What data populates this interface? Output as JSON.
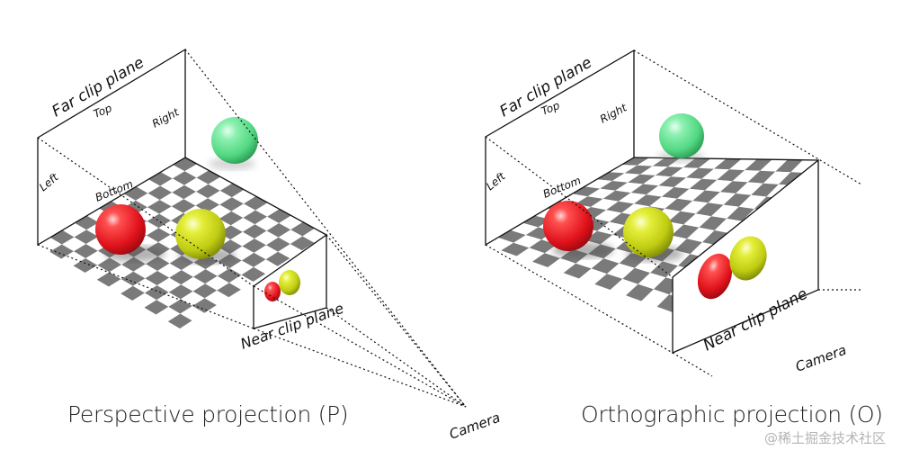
{
  "perspective": {
    "caption": "Perspective projection (P)",
    "far_plane_label": "Far clip plane",
    "near_plane_label": "Near clip plane",
    "top_label": "Top",
    "right_label": "Right",
    "left_label": "Left",
    "bottom_label": "Bottom",
    "camera_label": "Camera"
  },
  "orthographic": {
    "caption": "Orthographic projection (O)",
    "far_plane_label": "Far clip plane",
    "near_plane_label": "Near clip plane",
    "top_label": "Top",
    "right_label": "Right",
    "left_label": "Left",
    "bottom_label": "Bottom",
    "camera_label": "Camera"
  },
  "watermark": "@稀土掘金技术社区",
  "colors": {
    "red_sphere": "#e8141e",
    "yellow_sphere": "#c8d614",
    "green_sphere": "#5ee08c",
    "checker_dark": "#7a7a7a",
    "checker_light": "#ffffff",
    "line": "#111111"
  }
}
